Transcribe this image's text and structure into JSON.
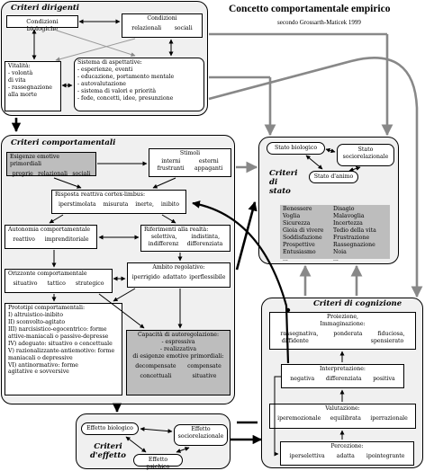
{
  "header": {
    "title": "Concetto comportamentale empirico",
    "subtitle": "secondo Grossarth-Maticek 1999"
  },
  "criteri_dirigenti": {
    "title": "Criteri dirigenti",
    "biologiche": "Condizioni biologiche",
    "relazionali": {
      "top": "Condizioni",
      "left": "relazionali",
      "right": "sociali"
    },
    "vitalita": [
      "Vitalità:",
      "- volontà",
      "   di vita",
      "- rassegnazione",
      "   alla morte"
    ],
    "aspettative": [
      "Sistema di aspettative:",
      "- esperienze, eventi",
      "- educazione, portamento mentale",
      "- autovalutazione",
      "- sistema di valori e priorità",
      "- fede, concetti, idee, presunzione"
    ]
  },
  "criteri_comportamentali": {
    "title": "Criteri comportamentali",
    "esigenze": {
      "top": "Esigenze emotive primordiali",
      "words": [
        "proprie",
        "relazionali",
        "sociali"
      ]
    },
    "stimoli": {
      "top": "Stimoli",
      "words": [
        "interni",
        "esterni"
      ],
      "words2": [
        "frustranti",
        "appaganti"
      ]
    },
    "risposta": {
      "top": "Risposta reattiva cortex-limbus:",
      "words": [
        "iperstimolata",
        "misurata",
        "inerte,",
        "inibito"
      ]
    },
    "autonomia": {
      "top": "Autonomia comportamentale",
      "words": [
        "reattivo",
        "imprenditoriale"
      ]
    },
    "riferimenti": {
      "top": "Riferimenti alla realtà:",
      "words": [
        "selettiva,",
        "indistinta,"
      ],
      "words2": [
        "indifferenz",
        "differenziata"
      ]
    },
    "ambito": {
      "top": "Ambito regolativo:",
      "words": [
        "iperrigido",
        "adattato",
        "iperflessibile"
      ]
    },
    "orizzonte": {
      "top": "Orizzonte comportamentale",
      "words": [
        "situativo",
        "tattico",
        "strategico"
      ]
    },
    "prototipi": [
      "Prototipi comportamentali:",
      "I)   altruistico-inibito",
      "II)  sconvolto-agitato",
      "III) narcisistico-egocentrico: forme",
      "       attive-maniacali o passive-depresse",
      "IV)  adeguato: situativo o concettuale",
      "V)   razionalizzante-antiemotivo: forme",
      "       maniacali o depressive",
      "VI)  antinormativo: forme",
      "       agitative e sovversive"
    ],
    "capacita": {
      "lines": [
        "Capacità di autoregolazione:",
        "- espressiva",
        "- realizzativa",
        "di esigenze emotive primordiali:"
      ],
      "words": [
        "decompensate",
        "compensate"
      ],
      "words2": [
        "concettuali",
        "situative"
      ]
    }
  },
  "criteri_stato": {
    "title": "Criteri di stato",
    "biologico": "Stato biologico",
    "sociorelazionale": "Stato sociorelazionale",
    "animo": "Stato d'animo",
    "left": [
      "Benessere",
      "Voglia",
      "Sicurezza",
      "Gioia di vivere",
      "Soddisfazione",
      "Prospettive",
      "Entusiasmo",
      "..."
    ],
    "right": [
      "Disagio",
      "Malavoglia",
      "Incertezza",
      "Tedio della vita",
      "Frustrazione",
      "Rassegnazione",
      "Noia",
      "..."
    ]
  },
  "criteri_cognizione": {
    "title": "Criteri di cognizione",
    "proiezione": {
      "top": [
        "Proiezione,",
        "Immaginazione:"
      ],
      "words": [
        "rassegnativa,",
        "ponderata",
        "fiduciosa,"
      ],
      "words2": [
        "diffidente",
        "spensierato"
      ]
    },
    "interpretazione": {
      "top": "Interpretazione:",
      "words": [
        "negativa",
        "differenziata",
        "positiva"
      ]
    },
    "valutazione": {
      "top": "Valutazione:",
      "words": [
        "iperemozionale",
        "equilibrata",
        "iperrazionale"
      ]
    },
    "percezione": {
      "top": "Percezione:",
      "words": [
        "iperselettiva",
        "adatta",
        "ipointegrante"
      ]
    }
  },
  "criteri_effetto": {
    "title": [
      "Criteri",
      "d'effetto"
    ],
    "biologico": "Effetto biologico",
    "sociorelazionale": "Effetto sociorelazionale",
    "psichico": "Effetto psichico"
  }
}
